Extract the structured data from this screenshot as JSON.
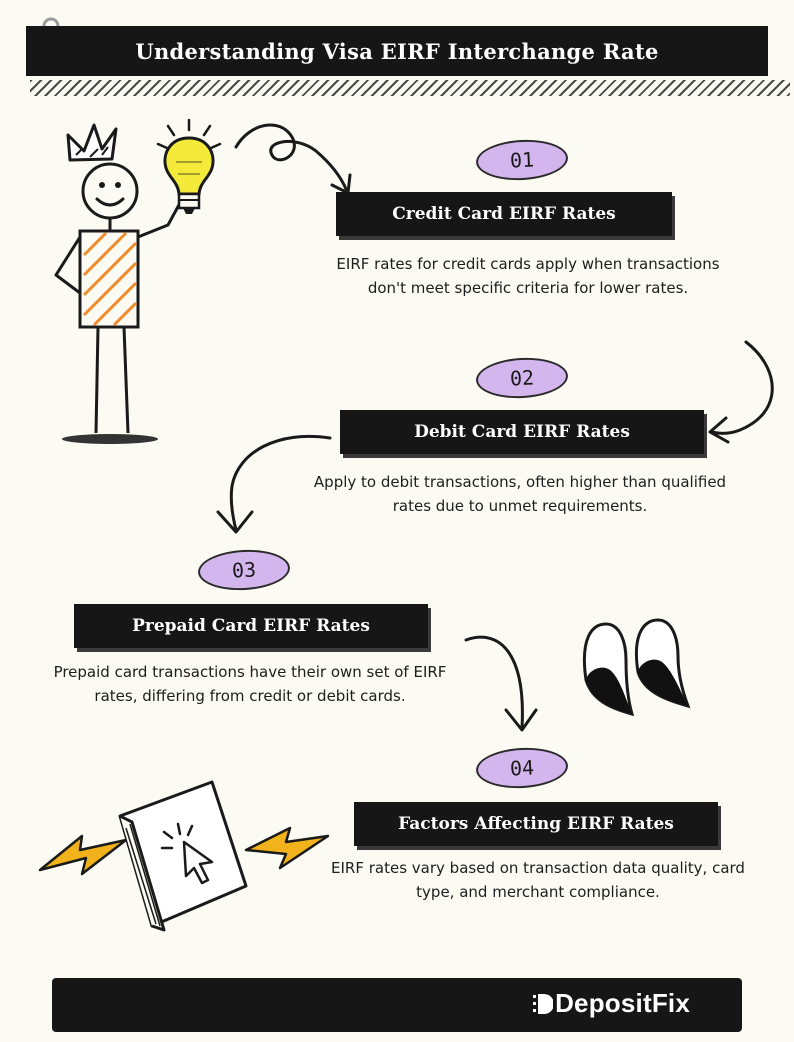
{
  "header": {
    "title": "Understanding Visa EIRF Interchange Rate"
  },
  "sections": [
    {
      "number": "01",
      "title": "Credit Card EIRF Rates",
      "description": "EIRF rates for credit cards apply when transactions don't meet specific criteria for lower rates."
    },
    {
      "number": "02",
      "title": "Debit Card EIRF Rates",
      "description": "Apply to debit transactions, often higher than qualified rates due to unmet requirements."
    },
    {
      "number": "03",
      "title": "Prepaid Card EIRF Rates",
      "description": "Prepaid card transactions have their own set of EIRF rates, differing from credit or debit cards."
    },
    {
      "number": "04",
      "title": "Factors Affecting EIRF Rates",
      "description": "EIRF rates vary based on transaction data quality, card type, and merchant compliance."
    }
  ],
  "footer": {
    "brand": "DepositFix"
  },
  "icons": [
    "paperclip-icon",
    "stick-figure-illustration",
    "lightbulb-icon",
    "quote-marks-icon",
    "book-cursor-icon",
    "lightning-bolt-icon",
    "curved-arrow-icon"
  ],
  "colors": {
    "background": "#fbfaf3",
    "bar": "#161616",
    "pill": "#d4b6ef",
    "shirt": "#f08a2a",
    "bulb": "#f5ea3a",
    "bolt": "#f2b21c"
  }
}
